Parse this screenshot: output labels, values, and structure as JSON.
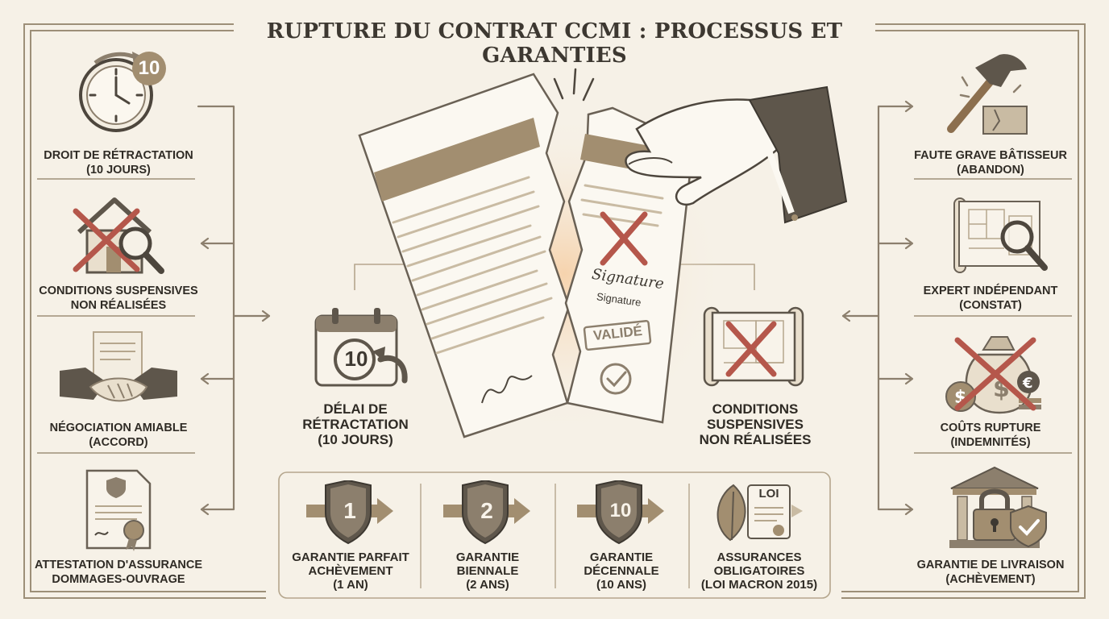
{
  "title": "RUPTURE DU CONTRAT CCMI : PROCESSUS ET GARANTIES",
  "left_items": [
    {
      "line1": "DROIT DE RÉTRACTATION",
      "line2": "(10 JOURS)",
      "badge": "10",
      "icon": "clock-icon"
    },
    {
      "line1": "CONDITIONS SUSPENSIVES",
      "line2": "NON RÉALISÉES",
      "icon": "house-cross-magnifier-icon"
    },
    {
      "line1": "NÉGOCIATION AMIABLE",
      "line2": "(ACCORD)",
      "icon": "handshake-icon"
    },
    {
      "line1": "ATTESTATION D'ASSURANCE",
      "line2": "DOMMAGES-OUVRAGE",
      "icon": "certificate-icon"
    }
  ],
  "right_items": [
    {
      "line1": "FAUTE GRAVE BÂTISSEUR",
      "line2": "(ABANDON)",
      "icon": "hammer-icon"
    },
    {
      "line1": "EXPERT INDÉPENDANT",
      "line2": "(CONSTAT)",
      "icon": "blueprint-magnifier-icon"
    },
    {
      "line1": "COÛTS RUPTURE",
      "line2": "(INDEMNITÉS)",
      "icon": "money-bag-cross-icon"
    },
    {
      "line1": "GARANTIE DE LIVRAISON",
      "line2": "(ACHÈVEMENT)",
      "icon": "bank-lock-icon"
    }
  ],
  "center": {
    "contract_title": "CONTRAT CCMI",
    "signature_script": "Signature",
    "signature_label": "Signature",
    "stamp": "VALIDÉ",
    "left_block": {
      "line1": "DÉLAI DE",
      "line2": "RÉTRACTATION",
      "line3": "(10 JOURS)",
      "badge": "10"
    },
    "right_block": {
      "line1": "CONDITIONS",
      "line2": "SUSPENSIVES",
      "line3": "NON RÉALISÉES"
    }
  },
  "guarantees": [
    {
      "badge": "1",
      "line1": "GARANTIE PARFAIT",
      "line2": "ACHÈVEMENT",
      "line3": "(1 AN)"
    },
    {
      "badge": "2",
      "line1": "GARANTIE",
      "line2": "BIENNALE",
      "line3": "(2 ANS)"
    },
    {
      "badge": "10",
      "line1": "GARANTIE",
      "line2": "DÉCENNALE",
      "line3": "(10 ANS)"
    },
    {
      "badge": "LOI",
      "line1": "ASSURANCES",
      "line2": "OBLIGATOIRES",
      "line3": "(LOI MACRON 2015)"
    }
  ],
  "colors": {
    "accent": "#a28e70",
    "dark": "#5e564b",
    "cross": "#b5574b",
    "line": "#8c7f6d",
    "bg": "#f6f1e7"
  }
}
